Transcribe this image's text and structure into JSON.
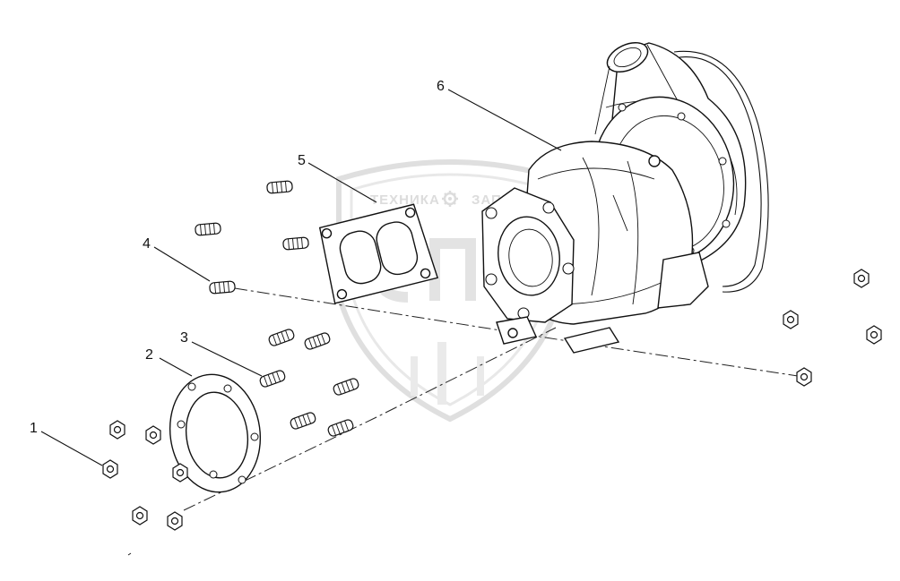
{
  "callouts": [
    {
      "id": "1",
      "text": "1"
    },
    {
      "id": "2",
      "text": "2"
    },
    {
      "id": "3",
      "text": "3"
    },
    {
      "id": "4",
      "text": "4"
    },
    {
      "id": "5",
      "text": "5"
    },
    {
      "id": "6",
      "text": "6"
    }
  ],
  "watermark": {
    "left_word": "ТЕХНИКА",
    "right_word": "ЗАПЧАСТИ",
    "gear_icon": "gear-icon",
    "color": "#d9d9d9"
  },
  "colors": {
    "line": "#111111",
    "background": "#ffffff"
  }
}
